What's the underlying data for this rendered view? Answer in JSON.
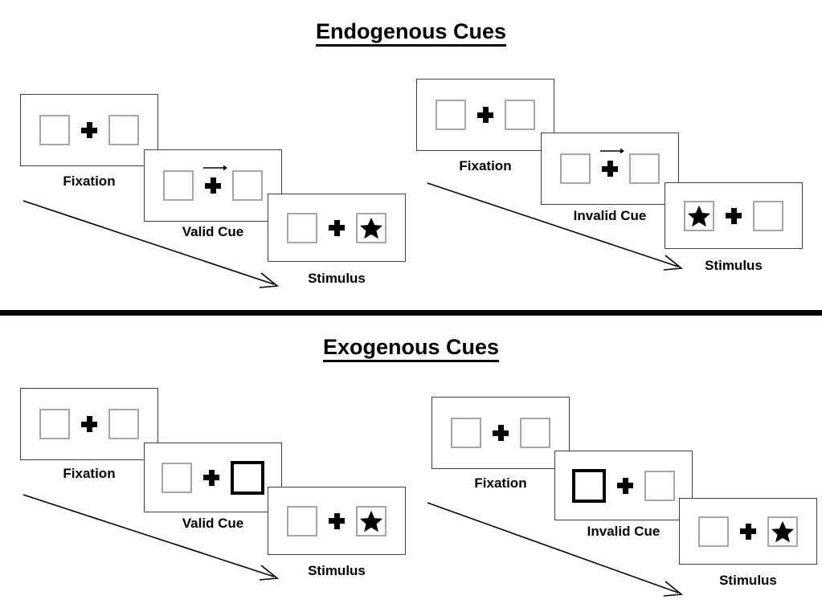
{
  "figure": {
    "sections": [
      {
        "id": "endogenous",
        "title": "Endogenous Cues",
        "columns": [
          {
            "id": "endogenous-valid",
            "frames": [
              {
                "label": "Fixation",
                "cue_type": "none",
                "left_box": "empty",
                "right_box": "empty",
                "center": "fixation-cross"
              },
              {
                "label": "Valid Cue",
                "cue_type": "arrow-right",
                "left_box": "empty",
                "right_box": "empty",
                "center": "fixation-cross"
              },
              {
                "label": "Stimulus",
                "cue_type": "none",
                "left_box": "empty",
                "right_box": "star",
                "center": "fixation-cross"
              }
            ]
          },
          {
            "id": "endogenous-invalid",
            "frames": [
              {
                "label": "Fixation",
                "cue_type": "none",
                "left_box": "empty",
                "right_box": "empty",
                "center": "fixation-cross"
              },
              {
                "label": "Invalid Cue",
                "cue_type": "arrow-right",
                "left_box": "empty",
                "right_box": "empty",
                "center": "fixation-cross"
              },
              {
                "label": "Stimulus",
                "cue_type": "none",
                "left_box": "star",
                "right_box": "empty",
                "center": "fixation-cross"
              }
            ]
          }
        ]
      },
      {
        "id": "exogenous",
        "title": "Exogenous Cues",
        "columns": [
          {
            "id": "exogenous-valid",
            "frames": [
              {
                "label": "Fixation",
                "cue_type": "none",
                "left_box": "empty",
                "right_box": "empty",
                "center": "fixation-cross"
              },
              {
                "label": "Valid Cue",
                "cue_type": "box-highlight-right",
                "left_box": "empty",
                "right_box": "cued",
                "center": "fixation-cross"
              },
              {
                "label": "Stimulus",
                "cue_type": "none",
                "left_box": "empty",
                "right_box": "star",
                "center": "fixation-cross"
              }
            ]
          },
          {
            "id": "exogenous-invalid",
            "frames": [
              {
                "label": "Fixation",
                "cue_type": "none",
                "left_box": "empty",
                "right_box": "empty",
                "center": "fixation-cross"
              },
              {
                "label": "Invalid Cue",
                "cue_type": "box-highlight-left",
                "left_box": "cued",
                "right_box": "empty",
                "center": "fixation-cross"
              },
              {
                "label": "Stimulus",
                "cue_type": "none",
                "left_box": "empty",
                "right_box": "star",
                "center": "fixation-cross"
              }
            ]
          }
        ]
      }
    ],
    "colors": {
      "panel_border": "#3f3f3f",
      "box_border": "#a6a6a6",
      "cued_box_border": "#000000",
      "glyph": "#000000",
      "divider": "#000000",
      "background": "#ffffff"
    }
  }
}
